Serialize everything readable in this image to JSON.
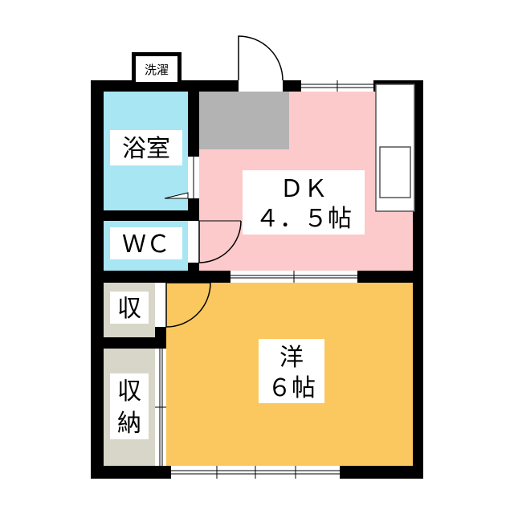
{
  "rooms": {
    "bath": {
      "label": "浴室",
      "color": "#a8e6f4"
    },
    "wc": {
      "label": "ＷＣ",
      "color": "#a8e6f4"
    },
    "dk": {
      "label_line1": "ＤＫ",
      "label_line2": "４．５帖",
      "color": "#fccacb"
    },
    "western": {
      "label_line1": "洋",
      "label_line2": "６帖",
      "color": "#fac85e"
    },
    "storage_small": {
      "label": "収",
      "color": "#d8d6c8"
    },
    "closet": {
      "label_line1": "収",
      "label_line2": "納",
      "color": "#d8d6c8"
    }
  },
  "fixtures": {
    "washer": {
      "label": "洗濯"
    },
    "entry_floor_color": "#b3b3b3"
  },
  "colors": {
    "wall": "#000000",
    "label_box": "#ffffff"
  }
}
